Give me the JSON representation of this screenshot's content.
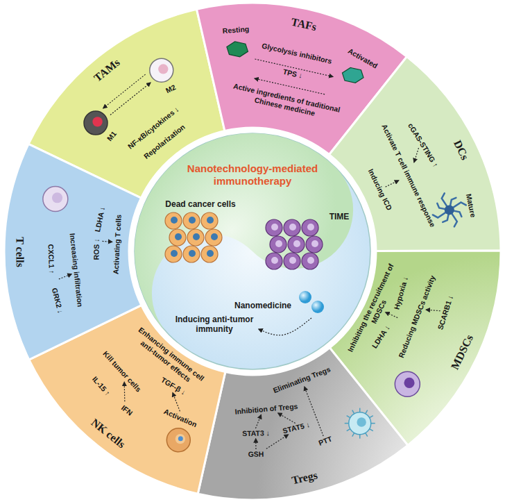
{
  "diagram": {
    "nodes": [
      {
        "text": [
          "Nanotechnology-mediated immunotherapy",
          "Dead cancer cells",
          "TIME",
          "Nanomedicine",
          "Inducing anti-tumor immunity"
        ]
      },
      {
        "text": [
          "TAMs",
          "M2",
          "M1",
          "NF-κB/cytokines ↓",
          "Repolarization"
        ]
      },
      {
        "text": [
          "TAFs",
          "Resting",
          "Activated",
          "Glycolysis inhibitors",
          "TPS ↓",
          "Active ingredients of traditional Chinese medicine"
        ]
      },
      {
        "text": [
          "DCs",
          "cGAS-STING ↑",
          "Activate T cell immune response",
          "Inducing ICD",
          "Mature"
        ]
      },
      {
        "text": [
          "MDSCs",
          "SCARB1 ↓",
          "Reducing MDSCs activity",
          "Hypoxia ↓",
          "LDHA ↓",
          "Inhibiting the recruitment of MDSCs"
        ]
      },
      {
        "text": [
          "Tregs",
          "GSH",
          "PTT",
          "STAT3 ↓",
          "STAT5 ↓",
          "Inhibition of Tregs",
          "Eliminating Tregs"
        ]
      },
      {
        "text": [
          "NK cells",
          "Activation",
          "IFN",
          "IL-15 ↑",
          "Kill tumor cells",
          "TGF-β ↓",
          "Enhancing immune cell anti-tumor effects"
        ]
      },
      {
        "text": [
          "T cells",
          "GRK2 ↓",
          "CXCL1 ↑",
          "Increasing infiltration",
          "LDHA ↓",
          "ROS ↓",
          "Activating T cells"
        ]
      }
    ]
  }
}
